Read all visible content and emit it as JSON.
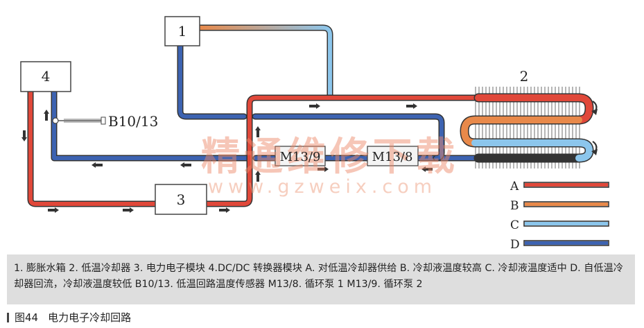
{
  "diagram": {
    "components": {
      "box1": "1",
      "box2_label": "2",
      "box3": "3",
      "box4": "4",
      "sensor": "B10/13",
      "pump_m13_9": "M13/9",
      "pump_m13_8": "M13/8"
    },
    "legend": [
      {
        "label": "A",
        "color": "#e0483a"
      },
      {
        "label": "B",
        "color": "#e8894a"
      },
      {
        "label": "C",
        "color": "#8cc6ec"
      },
      {
        "label": "D",
        "color": "#3d63b1"
      }
    ],
    "watermark": {
      "cn": "精通维修下载",
      "url": "www.gzweix.com"
    }
  },
  "caption": {
    "text": "1. 膨胀水箱 2. 低温冷却器 3. 电力电子模块 4.DC/DC 转换器模块 A. 对低温冷却器供给 B. 冷却液温度较高 C. 冷却液温度适中 D. 自低温冷却器回流，冷却液温度较低 B10/13. 低温回路温度传感器 M13/8. 循环泵 1 M13/9. 循环泵 2"
  },
  "figure": {
    "number": "图44",
    "title": "电力电子冷却回路"
  }
}
